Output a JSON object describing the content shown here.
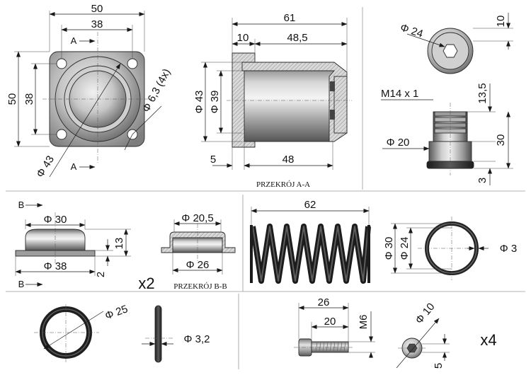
{
  "top_left_view": {
    "width_outer": "50",
    "width_bolt": "38",
    "height_outer": "50",
    "height_bolt": "38",
    "hole_dia": "Φ 6,3 (4x)",
    "flange_dia": "Φ 43",
    "section_mark": "A"
  },
  "section_aa": {
    "length": "61",
    "flange": "10",
    "body": "48,5",
    "outer_dia": "Φ 43",
    "inner_dia": "Φ 39",
    "left_offset": "5",
    "bottom_len": "48",
    "caption": "PRZEKRÓJ A-A"
  },
  "plug": {
    "hex_dia": "Φ 24",
    "hex_depth": "10",
    "thread": "M14 x 1",
    "thread_len": "13,5",
    "total_h": "30",
    "collar_dia": "Φ 20",
    "flange_h": "3"
  },
  "cap_part": {
    "top_dia": "Φ 30",
    "height": "13",
    "base_dia": "Φ 38",
    "base_h": "2",
    "section_mark": "B",
    "qty": "x2"
  },
  "section_bb": {
    "top_dia": "Φ 20,5",
    "bottom_dia": "Φ 26",
    "caption": "PRZEKRÓJ B-B"
  },
  "spring": {
    "length": "62"
  },
  "ring": {
    "outer": "Φ 30",
    "inner": "Φ 24",
    "wire": "Φ 3"
  },
  "oring": {
    "dia": "Φ 25",
    "cs": "Φ 3,2"
  },
  "bolt": {
    "length": "26",
    "thread_len": "20",
    "thread": "M6",
    "head_dia": "Φ 10",
    "head_h": "5",
    "qty": "x4"
  }
}
